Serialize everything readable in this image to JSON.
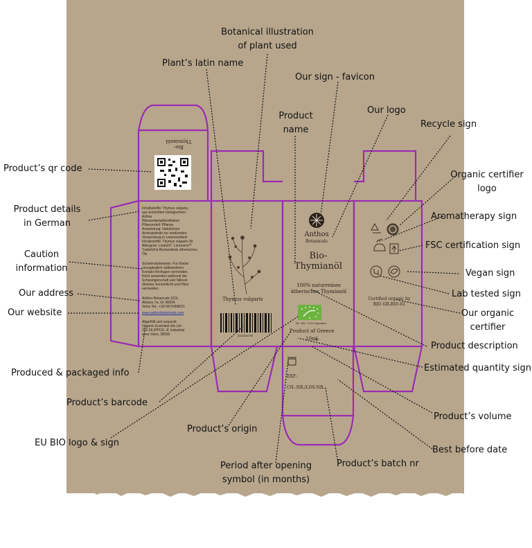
{
  "labels": {
    "botanical": [
      "Botanical illustration",
      "of plant used"
    ],
    "latin": "Plant’s latin name",
    "favicon": "Our sign - favicon",
    "product_name": [
      "Product",
      "name"
    ],
    "logo": "Our logo",
    "recycle": "Recycle sign",
    "organic_logo": [
      "Organic certifier",
      "logo"
    ],
    "aroma": "Aromatherapy sign",
    "fsc": "FSC certification sign",
    "vegan": "Vegan sign",
    "lab": "Lab tested sign",
    "our_certifier": [
      "Our organic",
      "certifier"
    ],
    "description": "Product description",
    "quantity": "Estimated quantity sign",
    "volume": "Product’s volume",
    "best_before": "Best before date",
    "batch": "Product’s batch nr",
    "period": [
      "Period after opening",
      "symbol (in months)"
    ],
    "origin": "Product’s origin",
    "eu_bio": "EU BIO  logo & sign",
    "barcode": "Product’s barcode",
    "produced": "Produced & packaged info",
    "website": "Our website",
    "address": "Our address",
    "caution": [
      "Caution",
      "information"
    ],
    "details": [
      "Product details",
      "in German"
    ],
    "qr": "Product’s qr code"
  },
  "box": {
    "top_flap_text": [
      "Bio-",
      "Thymianöl"
    ],
    "latin_name": "Thymus vulgaris",
    "brand": "Anthos",
    "brand_sub": "Botanicals",
    "product_title": [
      "Bio-",
      "Thymianöl"
    ],
    "desc": [
      "100% naturreines",
      "ätherisches Thymianöl"
    ],
    "eu_caption": "GR - BIO - 01 EU Agriculture",
    "origin": "Product of Greece",
    "volume": "10ml",
    "certified": [
      "Certified organic by",
      "BIO GR-BIO-01"
    ],
    "exp": "EXP.:",
    "batch": "CH.-NR./LOS-NR.:",
    "barcode_num": "5204536789",
    "details_text": [
      "Inhaltsstoffe: Thymus vulgaris,",
      "aus kontrolliert biologischem",
      "Anbau",
      "Wasserdampfdestillation",
      "Pflanzenteil: Pflanze",
      "Anwendung: Natürliches",
      "Aromaextrakt zur verdünnten",
      "Verwendung in Lebensmitteln",
      "Inhaltsstoffe: Thymus vulgaris Oil",
      "Allergene: Linalool*, Limonene**",
      "*natürliche Bestandteile ätherischen",
      "Öls"
    ],
    "caution_text": [
      "Sicherheitshinweis: Für Kinder",
      "unzugänglich aufbewahren.",
      "Kontakt mit Augen vermeiden.",
      "Nicht anwenden während der",
      "Schwangerschaft und Stillzeit",
      "direktes Sonnenlicht und Hitze",
      "vermeiden."
    ],
    "address_text": [
      "Anthos Botanicals SCE,",
      "Alkaiou 7a, Gr-38334,",
      "Volos Tel.: +30 6972458621"
    ],
    "website_text": "www.anthosbotanicals.com",
    "produced_text": [
      "Abgefüllt und verpackt:",
      "Organic Essential oils Ltd -",
      "ZOI FILIPPOU. A' Industrial",
      "area Volos, 38500"
    ]
  },
  "colors": {
    "paper": "#b7a68c",
    "dieline": "#9a2bb4",
    "ink": "#2b2118",
    "eu_green": "#6cb33f"
  }
}
